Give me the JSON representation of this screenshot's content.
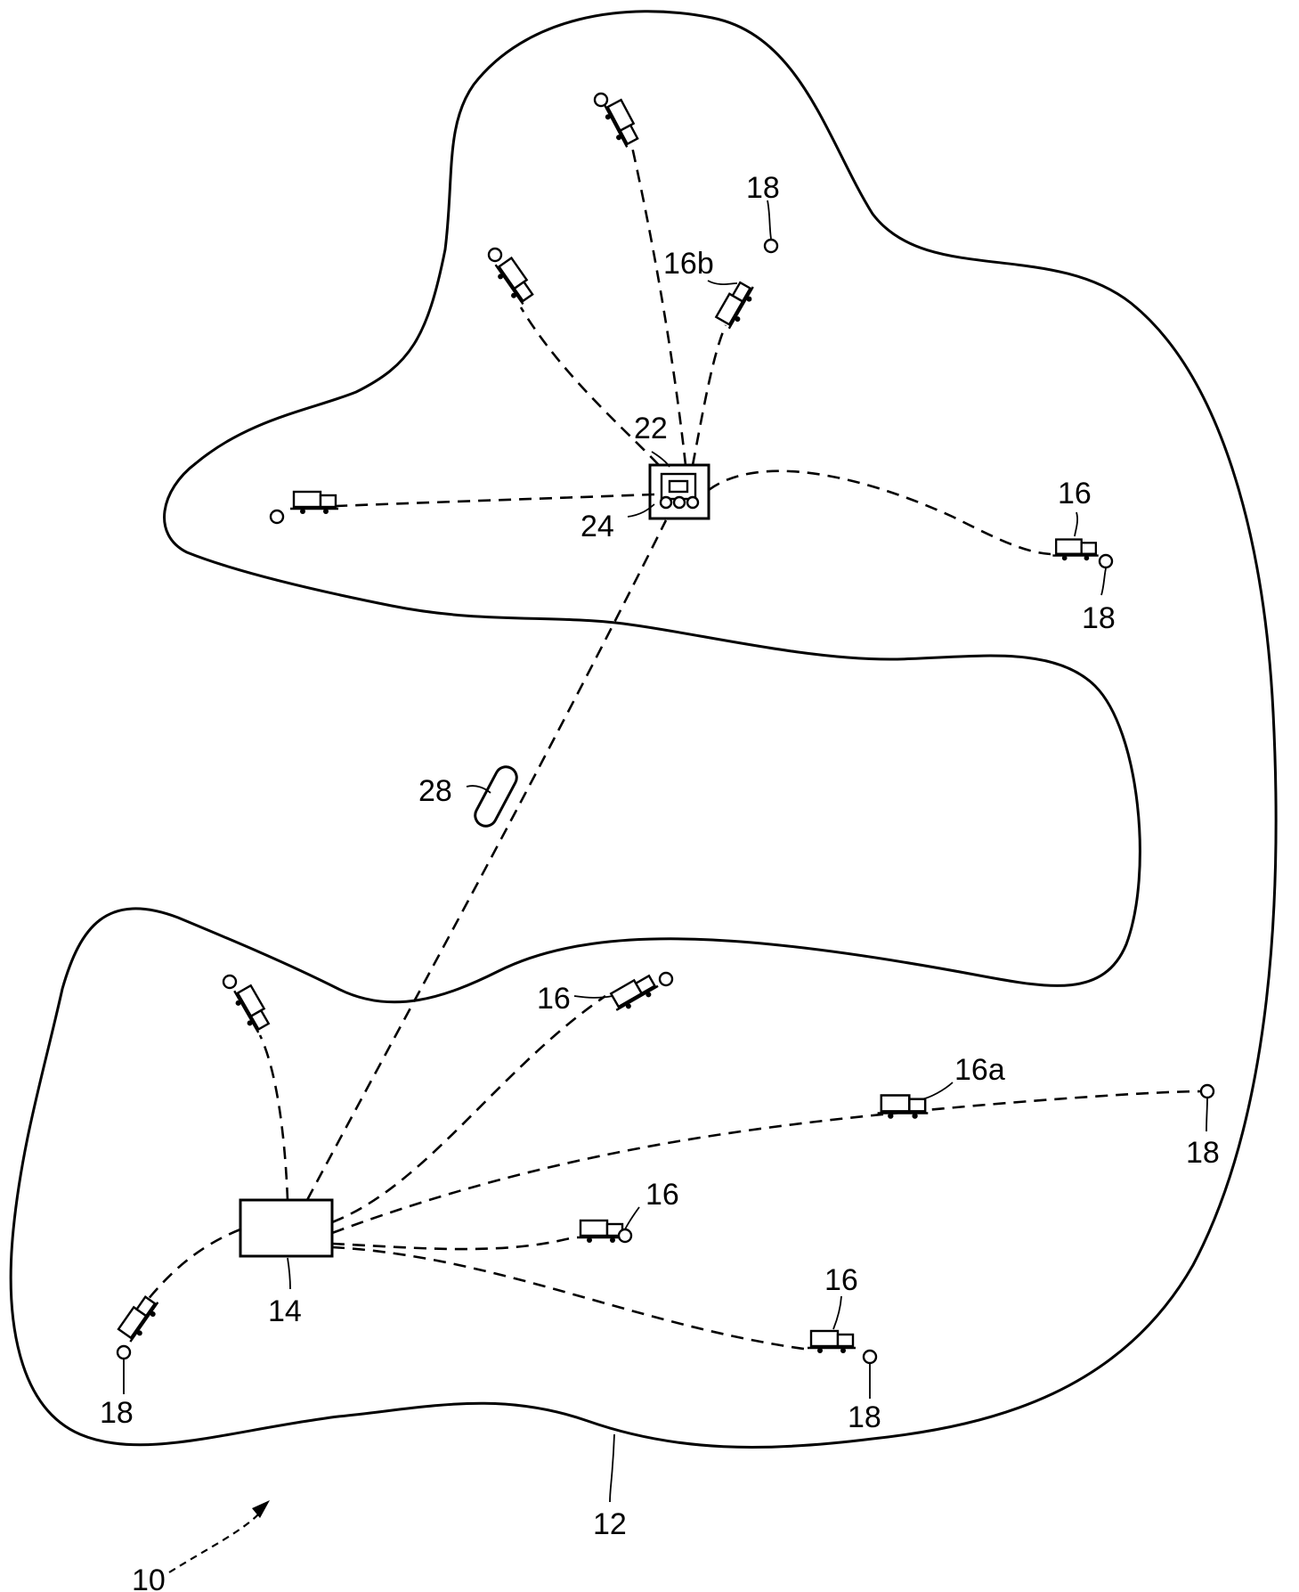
{
  "labels": {
    "system": "10",
    "region": "12",
    "base_station": "14",
    "vehicle": "16",
    "vehicle_a": "16a",
    "vehicle_b": "16b",
    "implement": "18",
    "relay_station": "22",
    "relay_vehicle": "24",
    "satellite": "28"
  },
  "icons": {
    "vehicle": "truck-icon",
    "implement": "circle-node-icon",
    "base_station": "rectangle-box",
    "relay": "boxed-truck-icon",
    "satellite": "capsule-icon"
  }
}
